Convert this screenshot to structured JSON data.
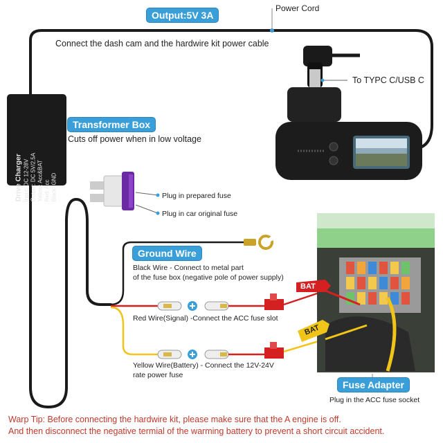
{
  "labels": {
    "output": "Output:5V 3A",
    "power_cord": "Power Cord",
    "connect_text": "Connect the dash cam and the hardwire kit power cable",
    "to_typec": "To TYPC C/USB C",
    "transformer_title": "Transformer Box",
    "transformer_desc": "Cuts off power when in low voltage",
    "box_line1": "Drive Charger",
    "box_line2": "Input: DC 12-28V",
    "box_line3": "Output: DC 5V/2.5A",
    "box_line4": "Yellow: Acc&BAT",
    "box_line5": "Red: Acc",
    "box_line6": "Black: GND",
    "plug_prepared": "Plug in prepared fuse",
    "plug_original": "Plug in car original fuse",
    "ground_title": "Ground Wire",
    "black_wire_1": "Black Wire - Connect to metal part",
    "black_wire_2": "of the fuse box (negative pole of power supply)",
    "red_wire": "Red Wire(Signal) -Connect the ACC fuse slot",
    "yellow_wire_1": "Yellow Wire(Battery) - Connect the 12V-24V",
    "yellow_wire_2": "rate power fuse",
    "bat1": "BAT",
    "bat2": "BAT",
    "fuse_adapter_title": "Fuse Adapter",
    "fuse_adapter_desc": "Plug in the ACC fuse socket",
    "warning_1": "Warp Tip: Before connecting the hardwire kit, please make sure that the A engine is off.",
    "warning_2": "And then disconnect the negative termial of the warming battery to prevent a short circuit accident."
  },
  "colors": {
    "label_blue": "#3a9fd9",
    "warning_red": "#c0392b",
    "wire_black": "#1a1a1a",
    "wire_red": "#d42020",
    "wire_yellow": "#f0c419"
  }
}
